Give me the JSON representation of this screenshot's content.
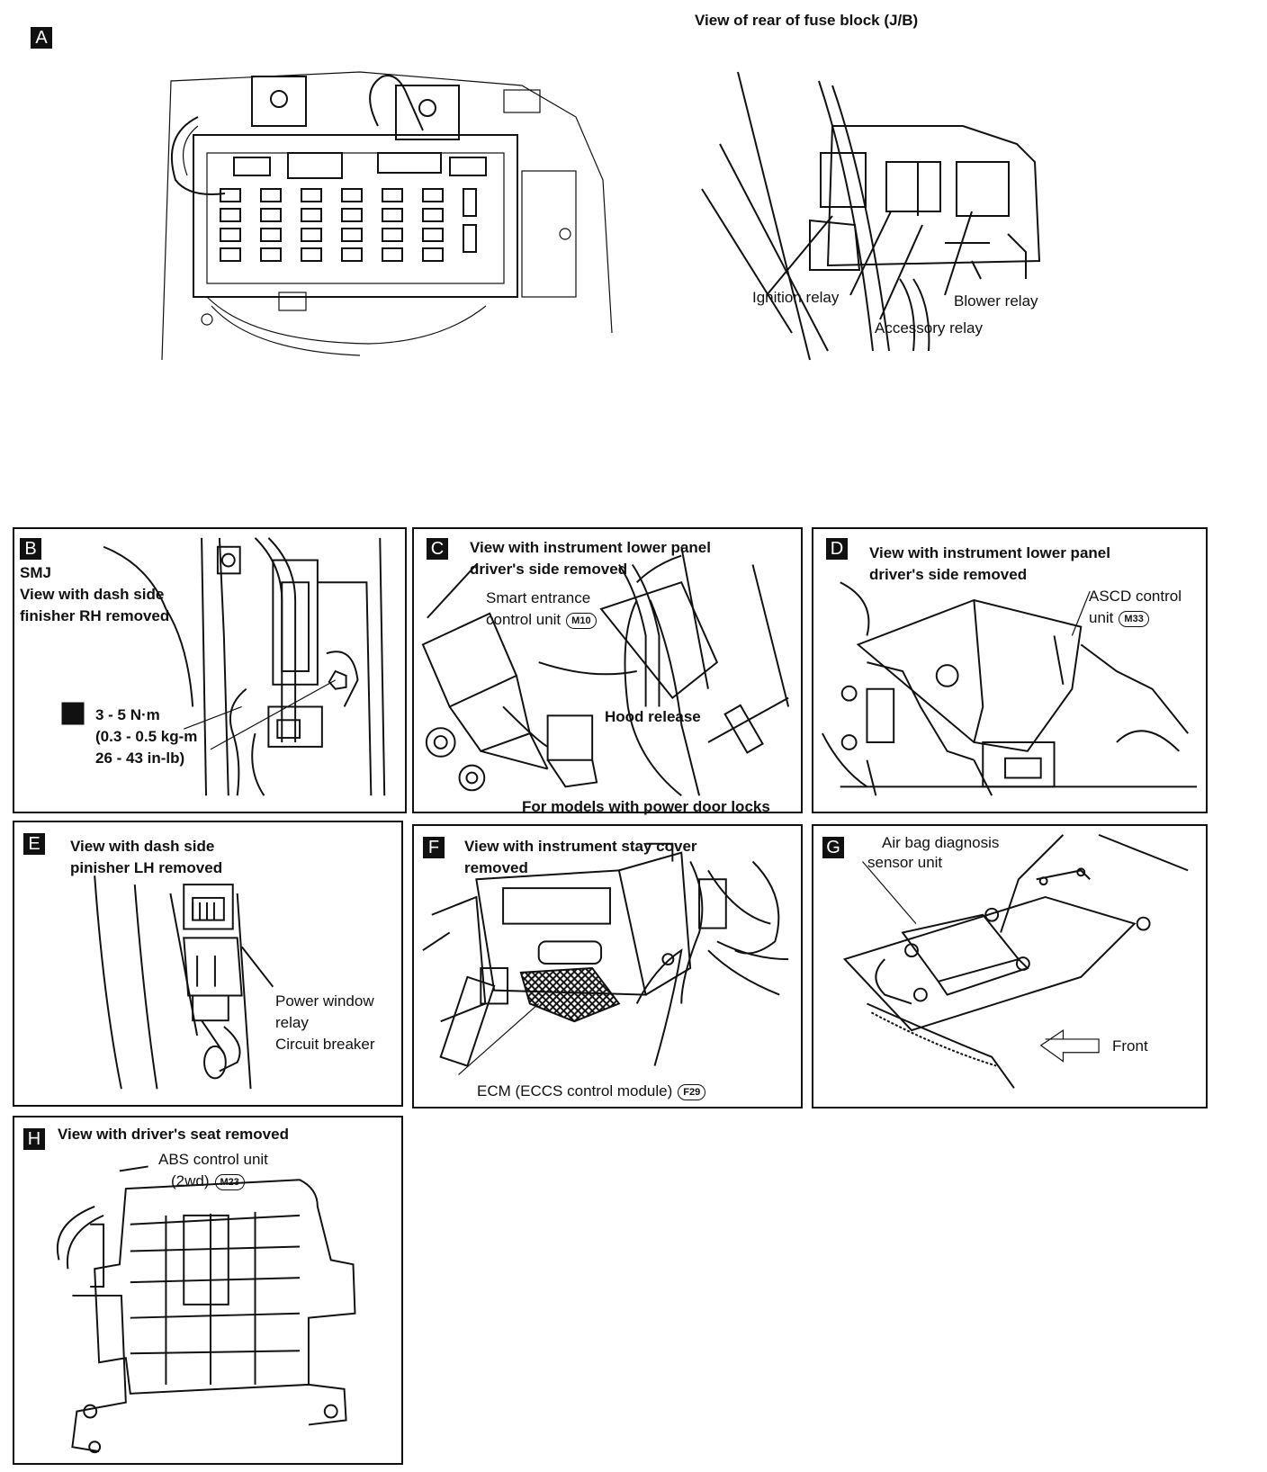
{
  "panels": {
    "A": {
      "badge": "A",
      "rear_view_title": "View of rear of fuse block (J/B)",
      "labels": {
        "ignition_relay": "Ignition relay",
        "blower_relay": "Blower relay",
        "accessory_relay": "Accessory relay"
      }
    },
    "B": {
      "badge": "B",
      "line1": "SMJ",
      "line2": "View with dash side",
      "line3": "finisher RH removed",
      "torque1": "3 - 5 N·m",
      "torque2": "(0.3 - 0.5 kg-m",
      "torque3": "26 - 43 in-lb)",
      "torque_icon": "torque-wrench-icon"
    },
    "C": {
      "badge": "C",
      "title1": "View with instrument lower panel",
      "title2": "driver's side removed",
      "smart1": "Smart entrance",
      "smart2": "control unit",
      "smart_conn": "M10",
      "hood": "Hood release",
      "footer": "For models with power door locks"
    },
    "D": {
      "badge": "D",
      "title1": "View with instrument lower panel",
      "title2": "driver's side removed",
      "ascd1": "ASCD control",
      "ascd2": "unit",
      "ascd_conn": "M33"
    },
    "E": {
      "badge": "E",
      "title1": "View with dash side",
      "title2": "pinisher LH removed",
      "pw1": "Power window",
      "pw2": "relay",
      "cb": "Circuit breaker"
    },
    "F": {
      "badge": "F",
      "title1": "View with instrument stay cover",
      "title2": "removed",
      "ecm": "ECM (ECCS control module)",
      "ecm_conn": "F29"
    },
    "G": {
      "badge": "G",
      "title1": "Air bag diagnosis",
      "title2": "sensor unit",
      "front": "Front"
    },
    "H": {
      "badge": "H",
      "title": "View with driver's seat removed",
      "abs1": "ABS control unit",
      "abs2": "(2wd)",
      "abs_conn": "M23"
    }
  }
}
